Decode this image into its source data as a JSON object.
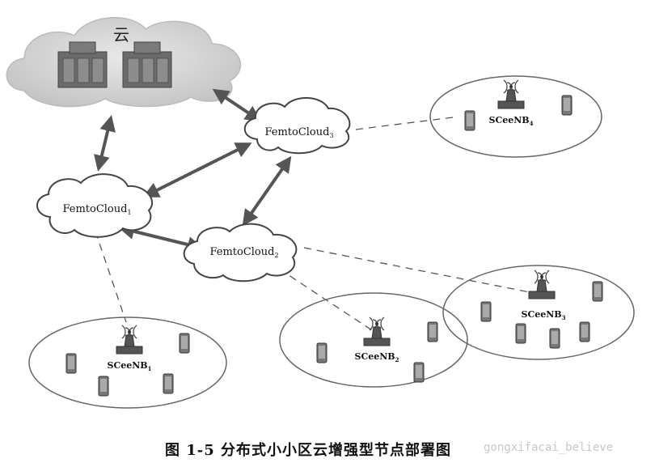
{
  "central_cloud": {
    "label": "云"
  },
  "femto_clouds": [
    {
      "base": "FemtoCloud",
      "sub": "1"
    },
    {
      "base": "FemtoCloud",
      "sub": "2"
    },
    {
      "base": "FemtoCloud",
      "sub": "3"
    }
  ],
  "sce_nodes": [
    {
      "base": "SCeeNB",
      "sub": "1"
    },
    {
      "base": "SCeeNB",
      "sub": "2"
    },
    {
      "base": "SCeeNB",
      "sub": "3"
    },
    {
      "base": "SCeeNB",
      "sub": "4"
    }
  ],
  "caption": "图 1-5  分布式小小区云增强型节点部署图",
  "watermark": "gongxifacai_believe"
}
